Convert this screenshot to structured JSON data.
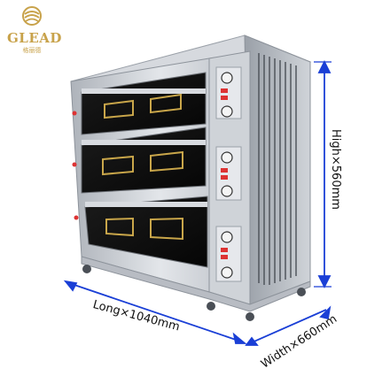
{
  "brand": {
    "name": "GLEAD",
    "subtitle": "格丽德",
    "color": "#c8a24a"
  },
  "dimensions": {
    "length_label": "Long×1040mm",
    "width_label": "Width×660mm",
    "height_label": "High×560mm",
    "arrow_color": "#1a3fd6"
  },
  "oven": {
    "decks": 3,
    "panel_color": "#c9ccd2",
    "door_color": "#0b0b0b",
    "window_frame_color": "#c9a64a"
  }
}
